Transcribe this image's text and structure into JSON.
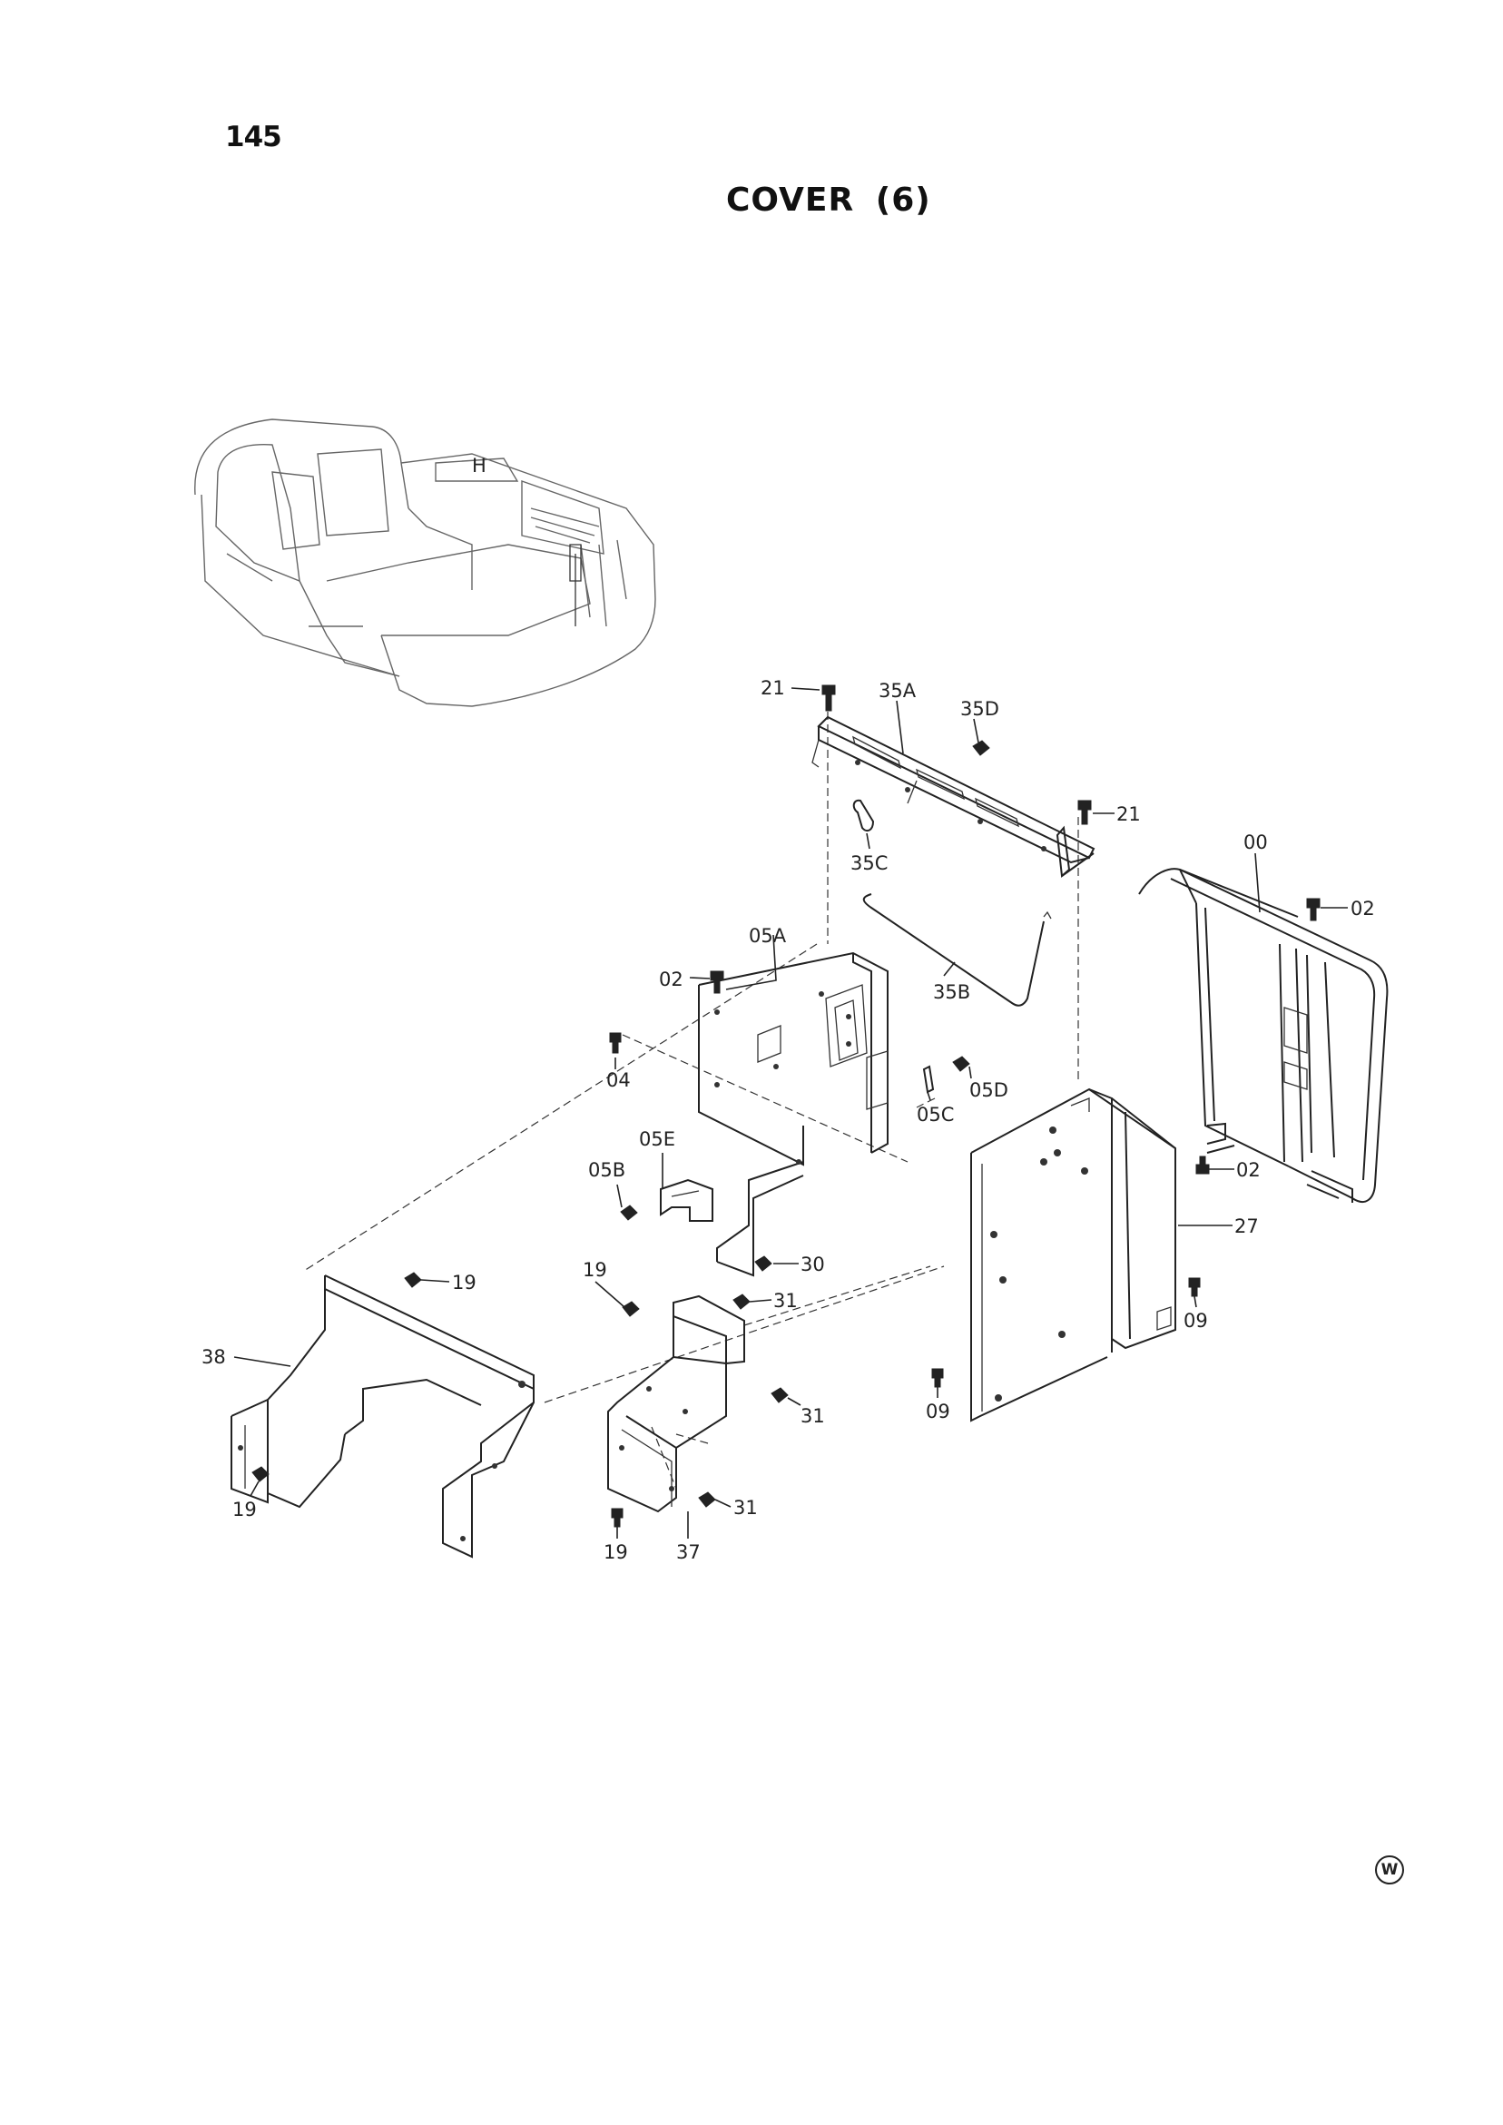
{
  "page_number": "145",
  "title": "COVER (6)",
  "location_marker": "H",
  "callouts": [
    {
      "id": "21a",
      "text": "21"
    },
    {
      "id": "35A",
      "text": "35A"
    },
    {
      "id": "35D",
      "text": "35D"
    },
    {
      "id": "21b",
      "text": "21"
    },
    {
      "id": "00",
      "text": "00"
    },
    {
      "id": "35C",
      "text": "35C"
    },
    {
      "id": "02a",
      "text": "02"
    },
    {
      "id": "05A",
      "text": "05A"
    },
    {
      "id": "02b",
      "text": "02"
    },
    {
      "id": "35B",
      "text": "35B"
    },
    {
      "id": "04",
      "text": "04"
    },
    {
      "id": "05D",
      "text": "05D"
    },
    {
      "id": "05C",
      "text": "05C"
    },
    {
      "id": "05E",
      "text": "05E"
    },
    {
      "id": "05B",
      "text": "05B"
    },
    {
      "id": "02c",
      "text": "02"
    },
    {
      "id": "27",
      "text": "27"
    },
    {
      "id": "30",
      "text": "30"
    },
    {
      "id": "19a",
      "text": "19"
    },
    {
      "id": "19b",
      "text": "19"
    },
    {
      "id": "31a",
      "text": "31"
    },
    {
      "id": "09a",
      "text": "09"
    },
    {
      "id": "38",
      "text": "38"
    },
    {
      "id": "31b",
      "text": "31"
    },
    {
      "id": "09b",
      "text": "09"
    },
    {
      "id": "19c",
      "text": "19"
    },
    {
      "id": "31c",
      "text": "31"
    },
    {
      "id": "19d",
      "text": "19"
    },
    {
      "id": "37",
      "text": "37"
    }
  ],
  "mark": "W"
}
